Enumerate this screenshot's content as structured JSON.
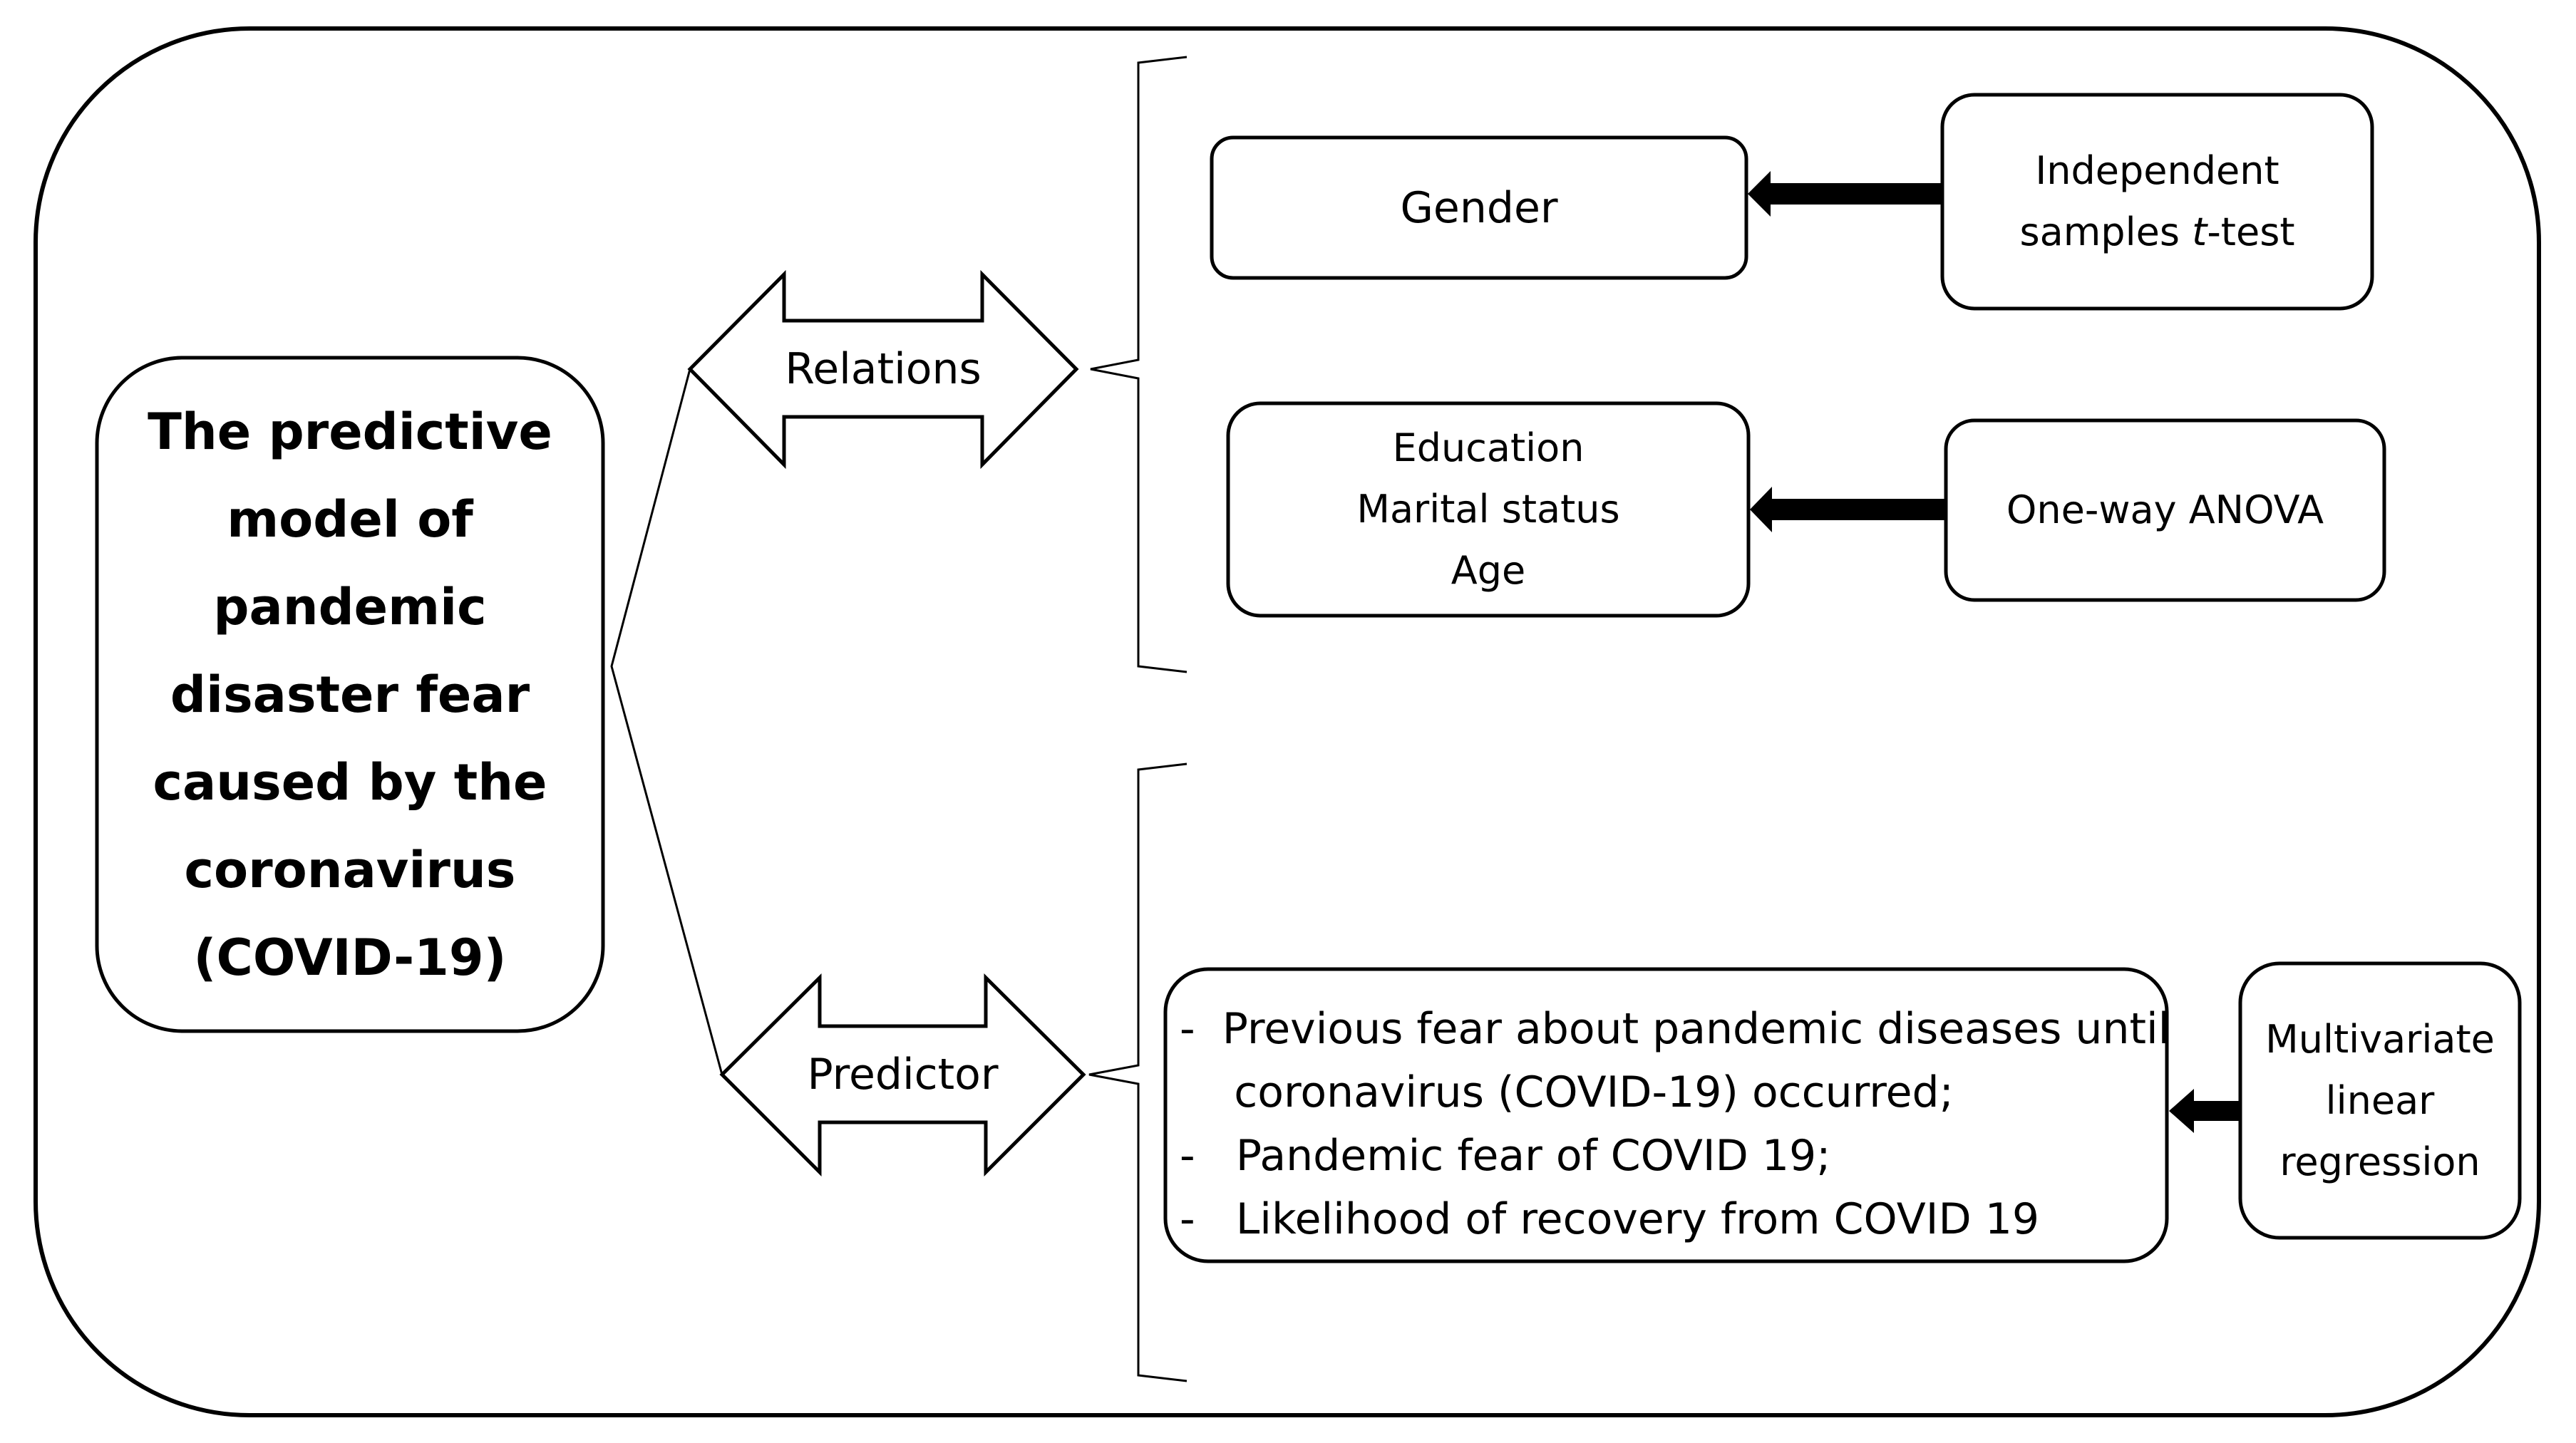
{
  "title": {
    "lines": [
      "The predictive",
      "model of",
      "pandemic",
      "disaster fear",
      "caused by the",
      "coronavirus",
      "(COVID-19)"
    ]
  },
  "arrows": {
    "relations": "Relations",
    "predictor": "Predictor"
  },
  "relations": {
    "gender": "Gender",
    "ttest": {
      "line1": "Independent",
      "line2_pre": "samples ",
      "line2_italic": "t",
      "line2_post": "-test"
    },
    "demographics": [
      "Education",
      "Marital status",
      "Age"
    ],
    "anova": "One-way ANOVA"
  },
  "predictor": {
    "variables": [
      "-  Previous fear about pandemic diseases until",
      "    coronavirus (COVID-19) occurred;",
      "-   Pandemic fear of COVID 19;",
      "-   Likelihood of recovery from COVID 19"
    ],
    "method": [
      "Multivariate",
      "linear",
      "regression"
    ]
  },
  "colors": {
    "stroke": "#000000",
    "fill": "#ffffff"
  }
}
